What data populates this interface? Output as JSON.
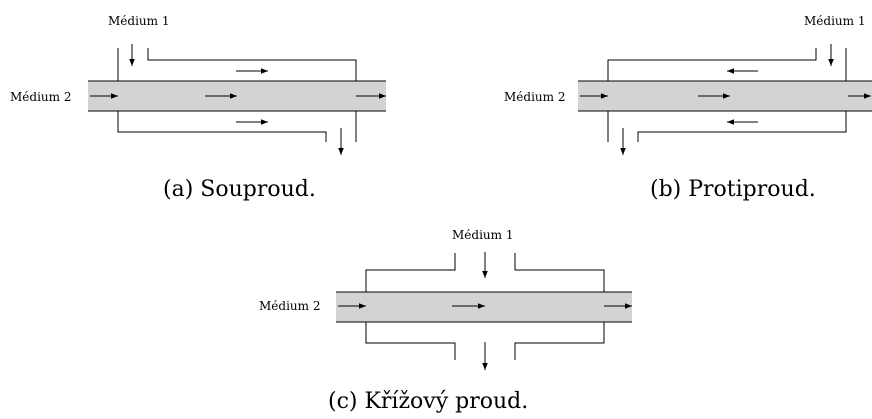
{
  "panels": [
    {
      "id": "a",
      "inflow_label": "Médium 1",
      "tube_label": "Médium 2",
      "caption": "(a) Souproud."
    },
    {
      "id": "b",
      "inflow_label": "Médium 1",
      "tube_label": "Médium 2",
      "caption": "(b) Protiproud."
    },
    {
      "id": "c",
      "inflow_label": "Médium 1",
      "tube_label": "Médium 2",
      "caption": "(c) Křížový proud."
    }
  ],
  "colors": {
    "tube_fill": "#d3d3d3",
    "line": "#000000",
    "background": "#ffffff"
  }
}
